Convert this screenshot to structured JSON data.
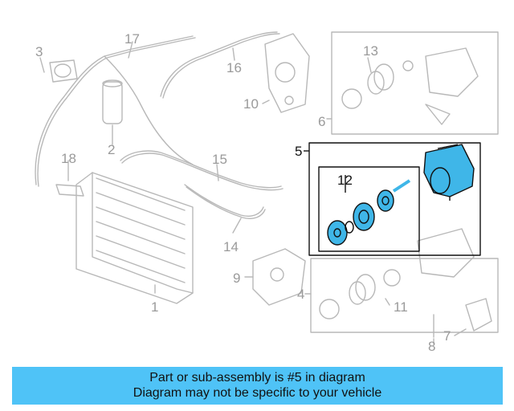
{
  "callouts": {
    "n1": "1",
    "n2": "2",
    "n3": "3",
    "n4": "4",
    "n5": "5",
    "n6": "6",
    "n7": "7",
    "n8": "8",
    "n9": "9",
    "n10": "10",
    "n11": "11",
    "n12": "12",
    "n13": "13",
    "n14": "14",
    "n15": "15",
    "n16": "16",
    "n17": "17",
    "n18": "18"
  },
  "banner": {
    "line1": "Part or sub-assembly is #5 in diagram",
    "line2": "Diagram may not be specific to your vehicle"
  },
  "colors": {
    "highlight_part": "#3fb6e8",
    "banner_bg": "#4fc3f7",
    "faded_line": "#b5b5b5",
    "active_line": "#111111"
  }
}
